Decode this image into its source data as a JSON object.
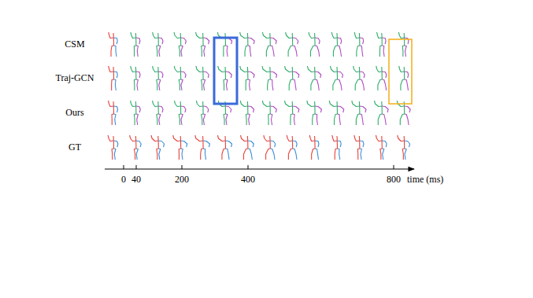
{
  "diagram": {
    "labels": [
      "CSM",
      "Traj-GCN",
      "Ours",
      "GT",
      "0",
      "40",
      "200",
      "400",
      "800",
      "time (ms)"
    ]
  }
}
